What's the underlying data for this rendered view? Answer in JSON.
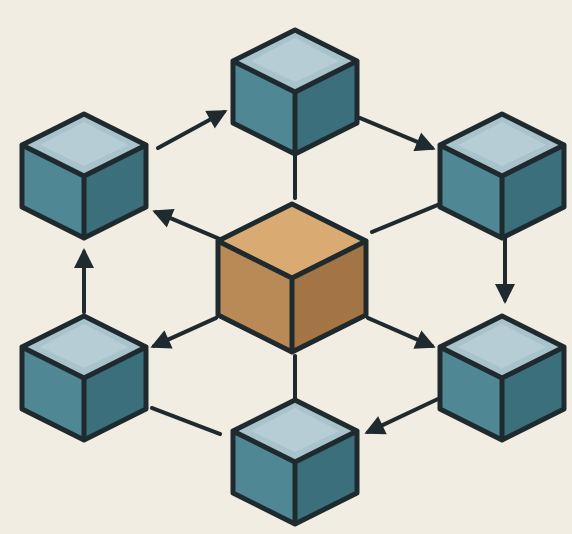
{
  "colors": {
    "background": "#f2ede3",
    "outline": "#1f2a2e",
    "blue_top": "#a9c3cc",
    "blue_left": "#4f8894",
    "blue_right": "#3a6f7b",
    "blue_highlight": "#c7d9df",
    "brown_top": "#d9ab73",
    "brown_left": "#b98a55",
    "brown_right": "#a37545"
  },
  "nodes": [
    {
      "id": "top-cube",
      "kind": "peripheral-cube",
      "icon": "cube-icon"
    },
    {
      "id": "upper-left-cube",
      "kind": "peripheral-cube",
      "icon": "cube-icon"
    },
    {
      "id": "upper-right-cube",
      "kind": "peripheral-cube",
      "icon": "cube-icon"
    },
    {
      "id": "lower-left-cube",
      "kind": "peripheral-cube",
      "icon": "cube-icon"
    },
    {
      "id": "lower-right-cube",
      "kind": "peripheral-cube",
      "icon": "cube-icon"
    },
    {
      "id": "bottom-cube",
      "kind": "peripheral-cube",
      "icon": "cube-icon"
    },
    {
      "id": "center-hub-cube",
      "kind": "hub-cube",
      "icon": "cube-icon"
    }
  ],
  "edges": [
    {
      "from": "upper-left-cube",
      "to": "top-cube",
      "arrow": "end"
    },
    {
      "from": "top-cube",
      "to": "upper-right-cube",
      "arrow": "end"
    },
    {
      "from": "upper-right-cube",
      "to": "lower-right-cube",
      "arrow": "end"
    },
    {
      "from": "lower-right-cube",
      "to": "bottom-cube",
      "arrow": "end"
    },
    {
      "from": "lower-left-cube",
      "to": "upper-left-cube",
      "arrow": "end"
    },
    {
      "from": "center-hub-cube",
      "to": "upper-left-cube",
      "arrow": "end"
    },
    {
      "from": "center-hub-cube",
      "to": "lower-left-cube",
      "arrow": "end"
    },
    {
      "from": "center-hub-cube",
      "to": "lower-right-cube",
      "arrow": "end"
    },
    {
      "from": "center-hub-cube",
      "to": "top-cube",
      "arrow": "none"
    },
    {
      "from": "center-hub-cube",
      "to": "bottom-cube",
      "arrow": "none"
    },
    {
      "from": "center-hub-cube",
      "to": "upper-right-cube",
      "arrow": "none"
    },
    {
      "from": "lower-left-cube",
      "to": "bottom-cube",
      "arrow": "none"
    }
  ]
}
